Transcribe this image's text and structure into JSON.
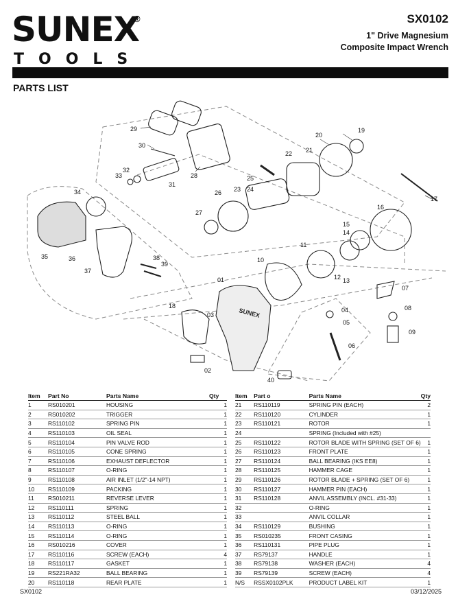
{
  "logo": {
    "word": "SUNEX",
    "sub": "TOOLS",
    "reg": "®"
  },
  "header": {
    "model": "SX0102",
    "desc_line1": "1\" Drive Magnesium",
    "desc_line2": "Composite Impact Wrench"
  },
  "section_title": "PARTS LIST",
  "diagram": {
    "callouts": [
      "29",
      "30",
      "28",
      "32",
      "33",
      "31",
      "34",
      "22",
      "21",
      "20",
      "19",
      "25",
      "24",
      "23",
      "26",
      "27",
      "16",
      "17",
      "35",
      "36",
      "37",
      "38",
      "39",
      "11",
      "14",
      "15",
      "10",
      "12",
      "13",
      "01",
      "07",
      "08",
      "04",
      "05",
      "09",
      "18",
      "03",
      "06",
      "02",
      "40"
    ],
    "brand_on_body": "SUNEX"
  },
  "table": {
    "headers": {
      "item": "Item",
      "part": "Part No",
      "part_right": "Part o",
      "name": "Parts Name",
      "qty": "Qty"
    },
    "left": [
      {
        "item": "1",
        "part": "RS010201",
        "name": "HOUSING",
        "qty": "1"
      },
      {
        "item": "2",
        "part": "RS010202",
        "name": "TRIGGER",
        "qty": "1"
      },
      {
        "item": "3",
        "part": "RS110102",
        "name": "SPRING PIN",
        "qty": "1"
      },
      {
        "item": "4",
        "part": "RS110103",
        "name": "OIL SEAL",
        "qty": "1"
      },
      {
        "item": "5",
        "part": "RS110104",
        "name": "PIN VALVE ROD",
        "qty": "1"
      },
      {
        "item": "6",
        "part": "RS110105",
        "name": "CONE SPRING",
        "qty": "1"
      },
      {
        "item": "7",
        "part": "RS110106",
        "name": "EXHAUST DEFLECTOR",
        "qty": "1"
      },
      {
        "item": "8",
        "part": "RS110107",
        "name": "O-RING",
        "qty": "1"
      },
      {
        "item": "9",
        "part": "RS110108",
        "name": "AIR INLET (1/2\"-14 NPT)",
        "qty": "1"
      },
      {
        "item": "10",
        "part": "RS110109",
        "name": "PACKING",
        "qty": "1"
      },
      {
        "item": "11",
        "part": "RS010211",
        "name": "REVERSE LEVER",
        "qty": "1"
      },
      {
        "item": "12",
        "part": "RS110111",
        "name": "SPRING",
        "qty": "1"
      },
      {
        "item": "13",
        "part": "RS110112",
        "name": "STEEL BALL",
        "qty": "1"
      },
      {
        "item": "14",
        "part": "RS110113",
        "name": "O-RING",
        "qty": "1"
      },
      {
        "item": "15",
        "part": "RS110114",
        "name": "O-RING",
        "qty": "1"
      },
      {
        "item": "16",
        "part": "RS010216",
        "name": "COVER",
        "qty": "1"
      },
      {
        "item": "17",
        "part": "RS110116",
        "name": "SCREW (EACH)",
        "qty": "4"
      },
      {
        "item": "18",
        "part": "RS110117",
        "name": "GASKET",
        "qty": "1"
      },
      {
        "item": "19",
        "part": "RS221RA32",
        "name": "BALL BEARING",
        "qty": "1"
      },
      {
        "item": "20",
        "part": "RS110118",
        "name": "REAR PLATE",
        "qty": "1"
      }
    ],
    "right": [
      {
        "item": "21",
        "part": "RS110119",
        "name": "SPRING PIN (EACH)",
        "qty": "2"
      },
      {
        "item": "22",
        "part": "RS110120",
        "name": "CYLINDER",
        "qty": "1"
      },
      {
        "item": "23",
        "part": "RS110121",
        "name": "ROTOR",
        "qty": "1"
      },
      {
        "item": "24",
        "part": "",
        "name": "SPRING (Included with #25)",
        "qty": ""
      },
      {
        "item": "25",
        "part": "RS110122",
        "name": "ROTOR BLADE WITH SPRING (SET OF 6)",
        "qty": "1"
      },
      {
        "item": "26",
        "part": "RS110123",
        "name": "FRONT PLATE",
        "qty": "1"
      },
      {
        "item": "27",
        "part": "RS110124",
        "name": "BALL BEARING (IKS EE8)",
        "qty": "1"
      },
      {
        "item": "28",
        "part": "RS110125",
        "name": "HAMMER CAGE",
        "qty": "1"
      },
      {
        "item": "29",
        "part": "RS110126",
        "name": "ROTOR BLADE + SPRING (SET OF 6)",
        "qty": "1"
      },
      {
        "item": "30",
        "part": "RS110127",
        "name": "HAMMER PIN (EACH)",
        "qty": "1"
      },
      {
        "item": "31",
        "part": "RS110128",
        "name": "ANVIL ASSEMBLY (INCL. #31-33)",
        "qty": "1"
      },
      {
        "item": "32",
        "part": "",
        "name": "O-RING",
        "qty": "1"
      },
      {
        "item": "33",
        "part": "",
        "name": "ANVIL COLLAR",
        "qty": "1"
      },
      {
        "item": "34",
        "part": "RS110129",
        "name": "BUSHING",
        "qty": "1"
      },
      {
        "item": "35",
        "part": "RS010235",
        "name": "FRONT CASING",
        "qty": "1"
      },
      {
        "item": "36",
        "part": "RS110131",
        "name": "PIPE PLUG",
        "qty": "1"
      },
      {
        "item": "37",
        "part": "RS79137",
        "name": "HANDLE",
        "qty": "1"
      },
      {
        "item": "38",
        "part": "RS79138",
        "name": "WASHER (EACH)",
        "qty": "4"
      },
      {
        "item": "39",
        "part": "RS79139",
        "name": "SCREW (EACH)",
        "qty": "4"
      },
      {
        "item": "N/S",
        "part": "RSSX0102PLK",
        "name": "PRODUCT LABEL KIT",
        "qty": "1"
      }
    ]
  },
  "footer": {
    "left": "SX0102",
    "right": "03/12/2025"
  }
}
